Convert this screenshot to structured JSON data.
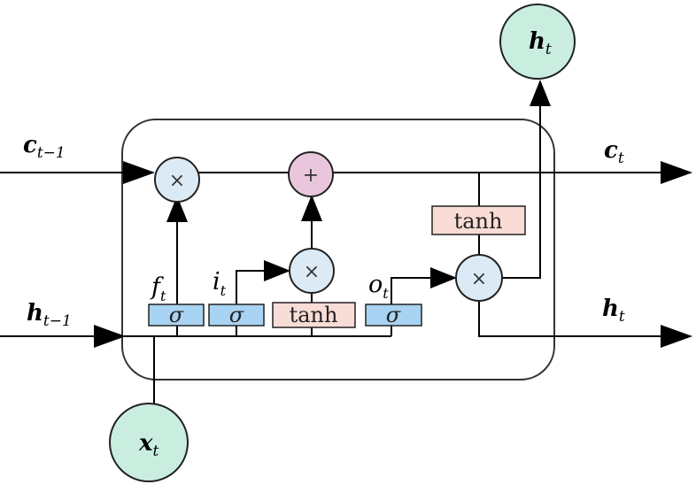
{
  "colors": {
    "line": "#1a1a1a",
    "sigma_fill": "#a9d3f2",
    "tanh_fill": "#f9dcd6",
    "mult_fill": "#dbeaf4",
    "add_fill": "#eac6dc",
    "io_circle_fill": "#c9eee0"
  },
  "labels": {
    "c_prev": {
      "main": "c",
      "sub": "t−1"
    },
    "h_prev": {
      "main": "h",
      "sub": "t−1"
    },
    "c_next": {
      "main": "c",
      "sub": "t"
    },
    "h_out_right": {
      "main": "h",
      "sub": "t"
    },
    "h_out_top": {
      "main": "h",
      "sub": "t"
    },
    "x_in": {
      "main": "x",
      "sub": "t"
    },
    "f_gate": {
      "main": "f",
      "sub": "t"
    },
    "i_gate": {
      "main": "i",
      "sub": "t"
    },
    "o_gate": {
      "main": "o",
      "sub": "t"
    }
  },
  "blocks": {
    "sigma_f": "σ",
    "sigma_i": "σ",
    "tanh_candidate": "tanh",
    "sigma_o": "σ",
    "tanh_cell": "tanh"
  },
  "operators": {
    "forget_mult": "×",
    "cell_add": "+",
    "input_mult": "×",
    "output_mult": "×"
  }
}
